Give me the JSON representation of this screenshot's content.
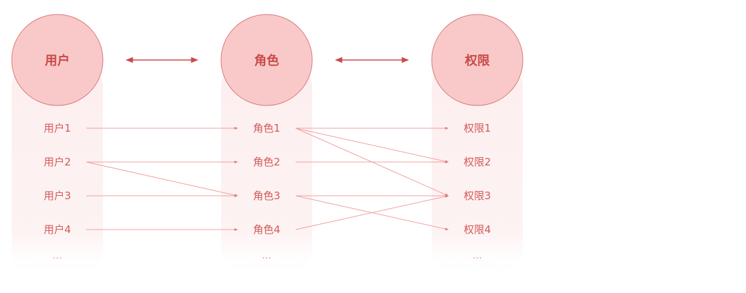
{
  "colors": {
    "circle_fill": "#f9c9c9",
    "circle_stroke": "#d97a7a",
    "column_band": "#fdf1f1",
    "arrow": "#c94a4a",
    "link_line": "#f0a0a0",
    "text": "#d45a5a",
    "title_text": "#c94a4a"
  },
  "columns": [
    {
      "id": "user",
      "title": "用户",
      "items": [
        "用户1",
        "用户2",
        "用户3",
        "用户4"
      ],
      "more": "…"
    },
    {
      "id": "role",
      "title": "角色",
      "items": [
        "角色1",
        "角色2",
        "角色3",
        "角色4"
      ],
      "more": "…"
    },
    {
      "id": "perm",
      "title": "权限",
      "items": [
        "权限1",
        "权限2",
        "权限3",
        "权限4"
      ],
      "more": "…"
    }
  ],
  "header_arrows": [
    {
      "from": "user",
      "to": "role",
      "bidirectional": true
    },
    {
      "from": "role",
      "to": "perm",
      "bidirectional": true
    }
  ],
  "links": [
    {
      "from": [
        "user",
        0
      ],
      "to": [
        "role",
        0
      ]
    },
    {
      "from": [
        "user",
        1
      ],
      "to": [
        "role",
        1
      ]
    },
    {
      "from": [
        "user",
        1
      ],
      "to": [
        "role",
        2
      ]
    },
    {
      "from": [
        "user",
        2
      ],
      "to": [
        "role",
        2
      ]
    },
    {
      "from": [
        "user",
        3
      ],
      "to": [
        "role",
        3
      ]
    },
    {
      "from": [
        "role",
        0
      ],
      "to": [
        "perm",
        0
      ]
    },
    {
      "from": [
        "role",
        0
      ],
      "to": [
        "perm",
        1
      ]
    },
    {
      "from": [
        "role",
        0
      ],
      "to": [
        "perm",
        2
      ]
    },
    {
      "from": [
        "role",
        1
      ],
      "to": [
        "perm",
        1
      ]
    },
    {
      "from": [
        "role",
        2
      ],
      "to": [
        "perm",
        2
      ]
    },
    {
      "from": [
        "role",
        2
      ],
      "to": [
        "perm",
        3
      ]
    },
    {
      "from": [
        "role",
        3
      ],
      "to": [
        "perm",
        2
      ]
    }
  ]
}
